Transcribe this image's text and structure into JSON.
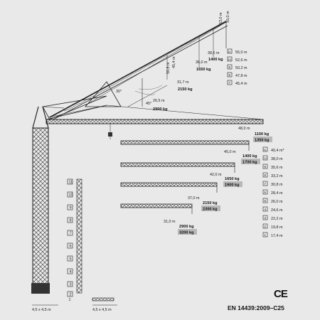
{
  "lower_config": {
    "top_row": {
      "radius": "48,0 m",
      "load": "1100 kg",
      "load_hl": "1350 kg"
    },
    "rows": [
      {
        "radius": "45,0 m",
        "load": "1400 kg",
        "load_hl": "1700 kg"
      },
      {
        "radius": "42,0 m",
        "load": "1650 kg",
        "load_hl": "1900 kg"
      },
      {
        "radius": "37,0 m",
        "load": "2150 kg",
        "load_hl": "2300 kg"
      },
      {
        "radius": "31,0 m",
        "load": "2900 kg",
        "load_hl": "3200 kg"
      }
    ],
    "heights": [
      "40,4 m*",
      "38,0 m",
      "35,6 m",
      "33,2 m",
      "30,8 m",
      "28,4 m",
      "26,0 m",
      "24,6 m",
      "22,2 m",
      "19,8 m",
      "17,4 m"
    ],
    "height_indices": [
      "11",
      "10",
      "9",
      "8",
      "7",
      "6",
      "5",
      "4",
      "3",
      "2",
      "1"
    ]
  },
  "luffed_config": {
    "heights": [
      "55,0 m",
      "52,6 m",
      "50,2 m",
      "47,8 m",
      "45,4 m"
    ],
    "height_indices": [
      "11",
      "10",
      "9",
      "8",
      "7"
    ],
    "radii": [
      "38,6 m",
      "36,0 m",
      "31,7 m"
    ],
    "loads": [
      "1400 kg",
      "1650 kg",
      "2150 kg"
    ],
    "boom_lengths": [
      "53,0 m",
      "55,0 m",
      "50,8 m",
      "45,4 m"
    ],
    "base": {
      "radius": "26,5 m",
      "load": "2900 kg"
    },
    "angle_top": "30°",
    "angle_mid": "45°"
  },
  "mast_sections": [
    "11",
    "10",
    "9",
    "8",
    "7",
    "6",
    "5",
    "4",
    "3",
    "2",
    "1"
  ],
  "base_left": "4,5 x 4,5 m",
  "base_right": "4,5 x 4,5 m",
  "mark_ce": "CE",
  "standard": "EN 14439:2009–C25"
}
